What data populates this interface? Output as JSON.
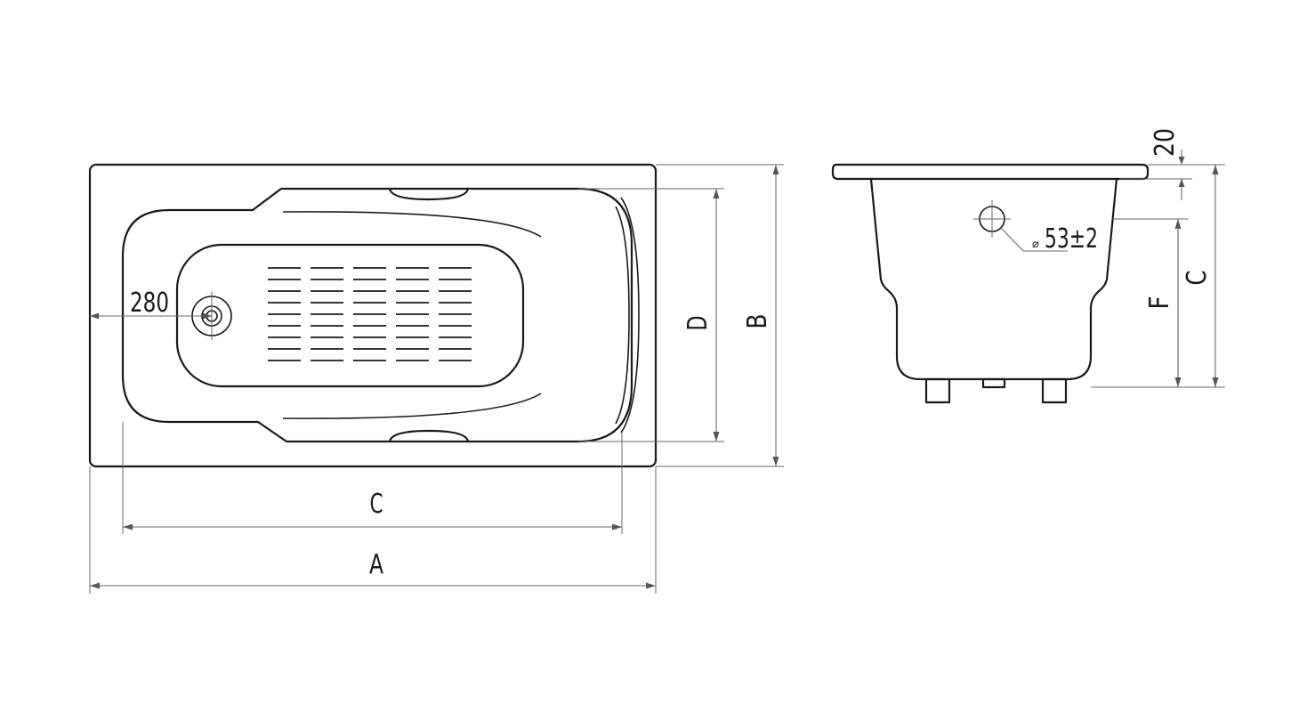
{
  "diagram": {
    "top_view": {
      "overflow_dimension": "280",
      "length_total_label": "A",
      "width_total_label": "B",
      "inner_length_label": "C",
      "inner_width_label": "D"
    },
    "side_view": {
      "drain_diameter_symbol": "⌀",
      "drain_diameter": "53±2",
      "rim_thickness": "20",
      "height_label": "C",
      "overflow_height_label": "F"
    }
  }
}
